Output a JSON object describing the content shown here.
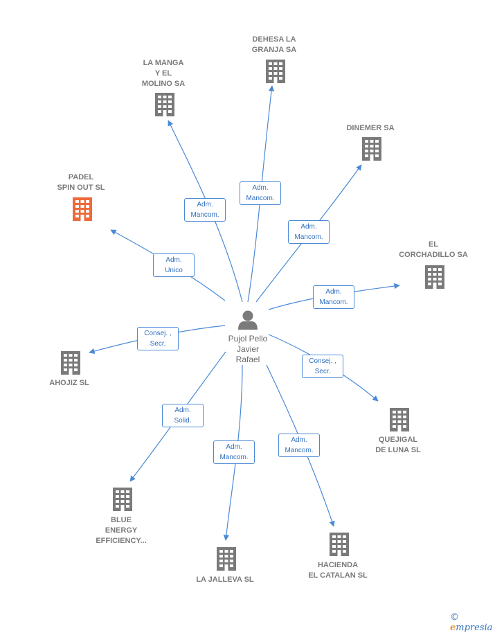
{
  "colors": {
    "line": "#4a89d6",
    "building": "#7a7a7a",
    "highlight": "#ee6a3a",
    "person": "#7a7a7a"
  },
  "center": {
    "label": "Pujol Pello\nJavier\nRafael",
    "icon": "person-icon"
  },
  "nodes": [
    {
      "id": "dehesa",
      "label": "DEHESA LA\nGRANJA SA",
      "highlight": false,
      "edge": "Adm.\nMancom."
    },
    {
      "id": "manga",
      "label": "LA MANGA\nY EL\nMOLINO SA",
      "highlight": false,
      "edge": "Adm.\nMancom."
    },
    {
      "id": "dinemer",
      "label": "DINEMER SA",
      "highlight": false,
      "edge": "Adm.\nMancom."
    },
    {
      "id": "padel",
      "label": "PADEL\nSPIN OUT  SL",
      "highlight": true,
      "edge": "Adm.\nUnico"
    },
    {
      "id": "corchadillo",
      "label": "EL\nCORCHADILLO SA",
      "highlight": false,
      "edge": "Adm.\nMancom."
    },
    {
      "id": "ahojiz",
      "label": "AHOJIZ SL",
      "highlight": false,
      "edge": "Consej. ,\nSecr."
    },
    {
      "id": "quejigal",
      "label": "QUEJIGAL\nDE LUNA SL",
      "highlight": false,
      "edge": "Consej. ,\nSecr."
    },
    {
      "id": "blue",
      "label": "BLUE\nENERGY\nEFFICIENCY...",
      "highlight": false,
      "edge": "Adm.\nSolid."
    },
    {
      "id": "jalleva",
      "label": "LA JALLEVA SL",
      "highlight": false,
      "edge": "Adm.\nMancom."
    },
    {
      "id": "hacienda",
      "label": "HACIENDA\nEL CATALAN SL",
      "highlight": false,
      "edge": "Adm.\nMancom."
    }
  ],
  "footer": {
    "copyright": "©",
    "brand_first": "e",
    "brand_rest": "mpresia"
  }
}
